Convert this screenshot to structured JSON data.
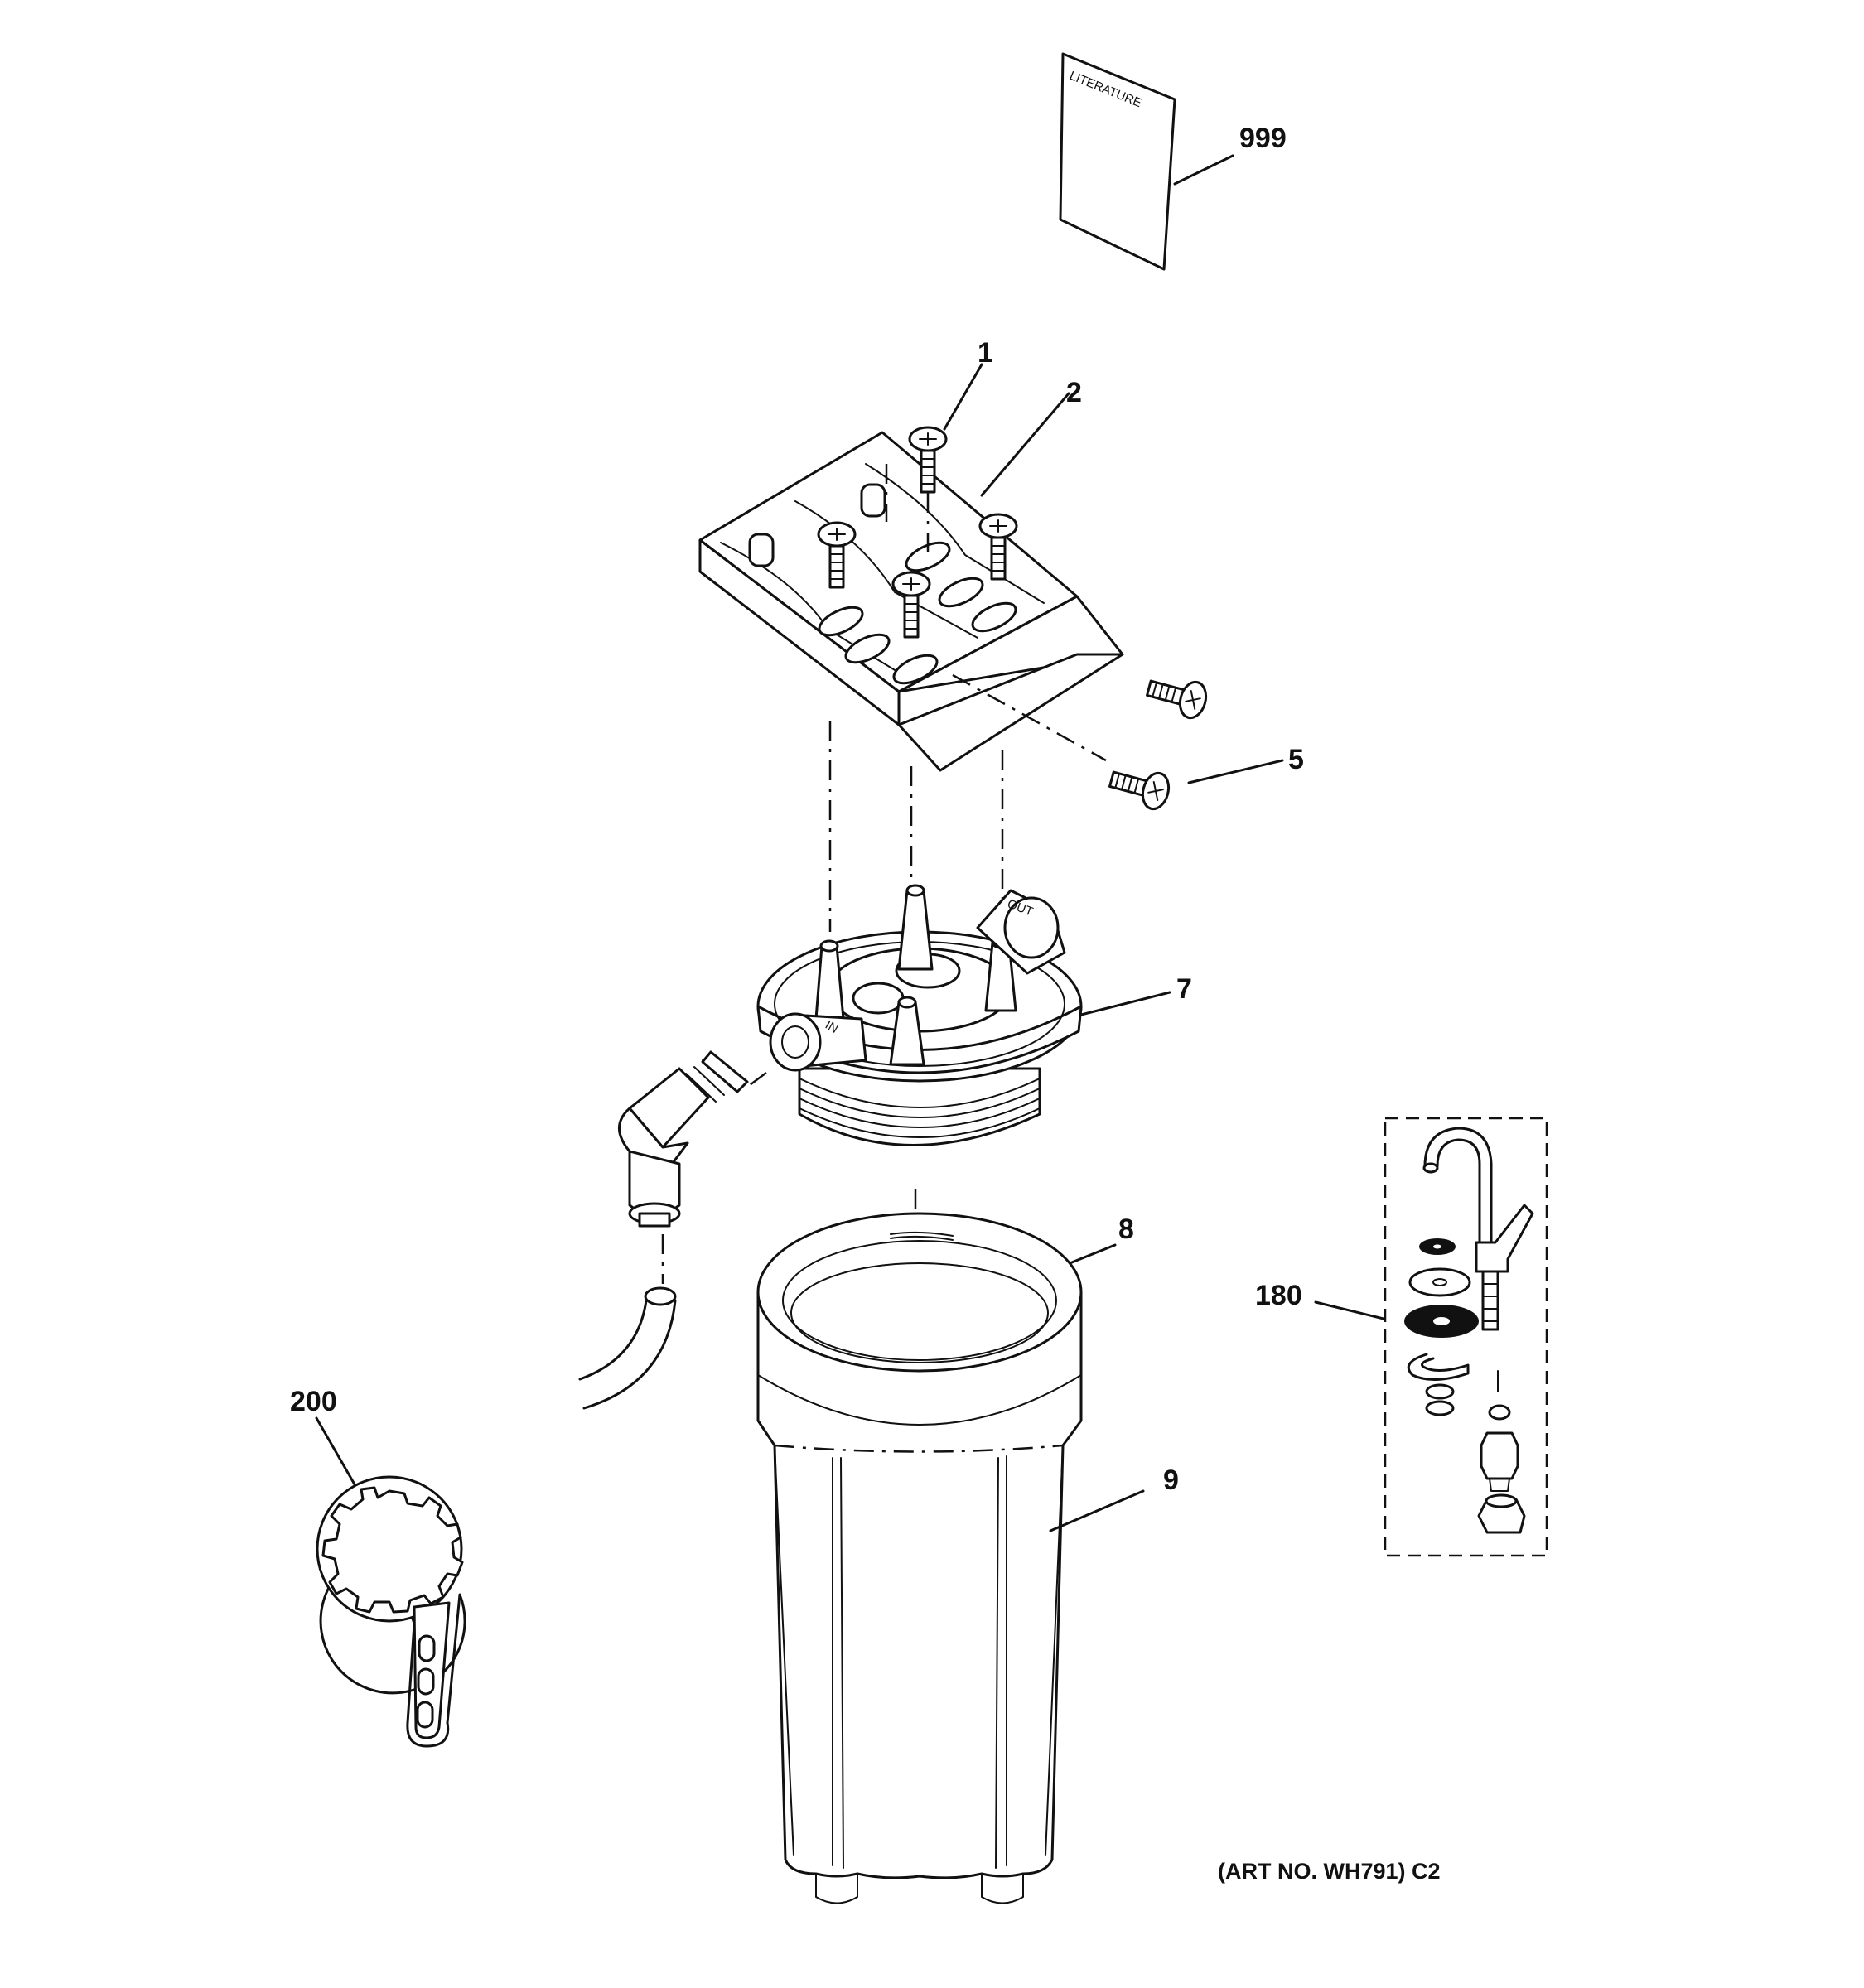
{
  "callouts": {
    "p999": "999",
    "p1": "1",
    "p2": "2",
    "p5": "5",
    "p7": "7",
    "p8": "8",
    "p9": "9",
    "p180": "180",
    "p200": "200"
  },
  "literature_label": "LITERATURE",
  "cap_port_in": "IN",
  "cap_port_out": "OUT",
  "art_number": "(ART NO. WH791) C2",
  "icons": [
    "literature-sheet",
    "mounting-bracket",
    "mounting-screw",
    "filter-cap",
    "elbow-fitting",
    "tubing",
    "o-ring",
    "filter-housing",
    "faucet-kit",
    "housing-wrench"
  ]
}
